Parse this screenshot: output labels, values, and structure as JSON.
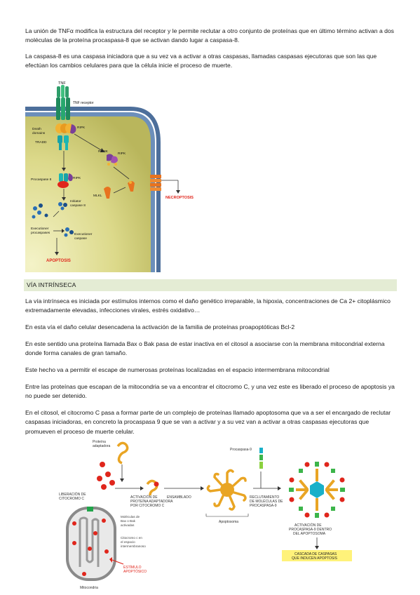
{
  "paragraphs": {
    "p1": "La unión de TNFα modifica la estructura del receptor y le permite reclutar a otro conjunto de proteínas que en último término activan a dos moléculas de la proteína procaspasa-8 que se activan dando lugar a caspasa-8.",
    "p2": "La caspasa-8 es una caspasa iniciadora que a su vez va a activar a otras caspasas, llamadas caspasas ejecutoras que son las que efectúan los cambios celulares para que la célula inicie el proceso de muerte.",
    "p3": "La vía intrínseca es iniciada por estímulos internos como el daño genético irreparable, la hipoxia, concentraciones de Ca 2+ citoplásmico extremadamente elevadas, infecciones virales, estrés oxidativo…",
    "p4": "En esta vía el daño celular desencadena la activación de la familia de proteínas proapoptóticas Bcl-2",
    "p5": "En este sentido una proteína llamada Bax o Bak pasa de estar inactiva en el citosol a asociarse con la membrana mitocondrial externa donde forma canales de gran tamaño.",
    "p6": "Este hecho va a permitir el escape de numerosas proteínas localizadas en el espacio intermembrana mitocondrial",
    "p7": "Entre las proteínas que escapan de la mitocondria se va a encontrar el citocromo C, y una vez este es liberado el proceso de apoptosis ya no puede ser detenido.",
    "p8": "En el citosol, el citocromo C pasa a formar parte de un complejo de proteínas llamado apoptosoma que va a ser el encargado de reclutar caspasas iniciadoras, en concreto la procaspasa 9 que se van a activar y a su vez van a activar a otras caspasas ejecutoras que promueven el proceso de muerte celular."
  },
  "section_heading": "VÍA INTRÍNSECA",
  "figure1": {
    "tnf": "TNF",
    "tnf_receptor": "TNF receptor",
    "death_domains_1": "Death",
    "death_domains_2": "domains",
    "tradd": "TRADD",
    "ripk_top": "RIPK",
    "rip3k": "RIP3K",
    "ripk_right": "RIPK",
    "procaspase8": "Procaspase 8",
    "ripk_mid": "RIPK",
    "mlkl": "MLKL",
    "initiator_1": "Initiator",
    "initiator_2": "caspase 8",
    "necroptosis": "NECROPTOSIS",
    "exec_procaspases_1": "Executioner",
    "exec_procaspases_2": "procaspases",
    "exec_caspase_1": "Executioner",
    "exec_caspase_2": "caspase",
    "apoptosis": "APOPTOSIS"
  },
  "figure2": {
    "proteina_adaptadora_1": "Proteína",
    "proteina_adaptadora_2": "adaptadora",
    "procaspasa9": "Procaspasa-9",
    "liberacion_1": "LIBERACIÓN DE",
    "liberacion_2": "CITOCROMO C",
    "activacion_1": "ACTIVACIÓN DE",
    "activacion_2": "PROTEÍNA ADAPTADORA",
    "activacion_3": "POR CITOCROMO C",
    "ensamblado": "ENSAMBLADO",
    "reclutamiento_1": "RECLUTAMIENTO",
    "reclutamiento_2": "DE MOLÉCULAS DE",
    "reclutamiento_3": "PROCASPASA-9",
    "baxbak_1": "Moléculas de",
    "baxbak_2": "Bax o Bak",
    "baxbak_3": "activadas",
    "citocromo_1": "Citocromo c en",
    "citocromo_2": "el espacio",
    "citocromo_3": "intermembranoso",
    "apoptosoma": "Apoptosoma",
    "activacion_proc_1": "ACTIVACIÓN DE",
    "activacion_proc_2": "PROCASPASA-9 DENTRO",
    "activacion_proc_3": "DEL APOPTOSOMA",
    "cascada_1": "CASCADA DE CASPASAS",
    "cascada_2": "QUE INDUCEN APOPTOSIS",
    "estimulo_1": "ESTÍMULO",
    "estimulo_2": "APOPTÓSICO",
    "mitocondria": "Mitocondria"
  },
  "colors": {
    "heading_bg": "#e4ecd4",
    "apoptosis_red": "#e0261c",
    "cascade_yellow": "#fff27a",
    "cytoplasm": "#dcd98a",
    "membrane_blue": "#4d6f9b"
  }
}
